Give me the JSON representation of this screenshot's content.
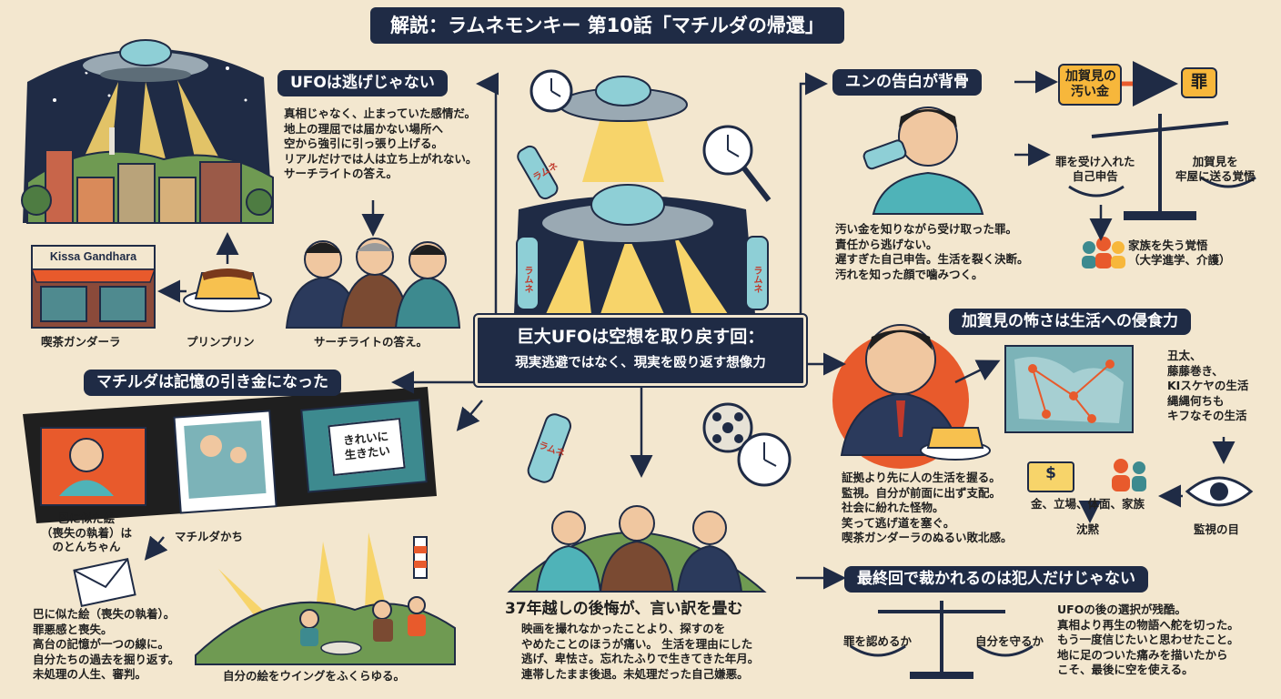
{
  "title": "解説：ラムネモンキー 第10話「マチルダの帰還」",
  "center_banner": {
    "line1": "巨大UFOは空想を取り戻す回：",
    "line2": "現実逃避ではなく、現実を殴り返す想像力"
  },
  "ufo_section": {
    "heading": "UFOは逃げじゃない",
    "body": "真相じゃなく、止まっていた感情だ。\n地上の理屈では届かない場所へ\n空から強引に引っ張り上げる。\nリアルだけでは人は立ち上がれない。\nサーチライトの答え。",
    "cafe_sign": "Kissa Gandhara",
    "label_cafe": "喫茶ガンダーラ",
    "label_pudding": "プリンプリン",
    "label_searchlight": "サーチライトの答え。"
  },
  "yun_section": {
    "heading": "ユンの告白が背骨",
    "tag_money": "加賀見の\n汚い金",
    "tag_sin": "罪",
    "scale_left": "罪を受け入れた\n自己申告",
    "scale_right": "加賀見を\n牢屋に送る覚悟",
    "family": "家族を失う覚悟\n（大学進学、介護）",
    "body": "汚い金を知りながら受け取った罪。\n責任から逃げない。\n遅すぎた自己申告。生活を裂く決断。\n汚れを知った顔で噛みつく。"
  },
  "kagami_section": {
    "heading": "加賀見の怖さは生活への侵食力",
    "network_list": "丑太、\n藤藤巻き、\nKIスケヤの生活\n縄縄何ちも\nキフなその生活",
    "body": "証拠より先に人の生活を握る。\n監視。自分が前面に出ず支配。\n社会に紛れた怪物。\n笑って逃げ道を塞ぐ。\n喫茶ガンダーラのぬるい敗北感。",
    "money_label": "金、立場、体面、家族",
    "silence_label": "沈黙",
    "eye_label": "監視の目",
    "money_symbol": "$"
  },
  "matilda_section": {
    "heading": "マチルダは記憶の引き金になった",
    "film_sign": "きれいに\n生きたい",
    "label_painting": "巴に似た絵\n（喪失の執着）は\nのとんちゃん",
    "label_matilda": "マチルダかち",
    "body": "巴に似た絵（喪失の執着）。\n罪悪感と喪失。\n高台の記憶が一つの線に。\n自分たちの過去を掘り返す。\n未処理の人生、審判。",
    "caption": "自分の絵をウイングをふくらゆる。"
  },
  "regret_section": {
    "heading": "37年越しの後悔が、言い訳を畳む",
    "body": "映画を撮れなかったことより、探すのを\nやめたことのほうが痛い。 生活を理由にした\n逃げ、卑怯さ。忘れたふりで生きてきた年月。\n連帯したまま後退。未処理だった自己嫌悪。"
  },
  "final_section": {
    "heading": "最終回で裁かれるのは犯人だけじゃない",
    "scale_left": "罪を認めるか",
    "scale_right": "自分を守るか",
    "body": "UFOの後の選択が残酷。\n真相より再生の物語へ舵を切った。\nもう一度信じたいと思わせたこと。\n地に足のついた痛みを描いたから\nこそ、最後に空を使える。"
  },
  "bottle_text": "ラムネ",
  "colors": {
    "navy": "#1f2b45",
    "cream": "#f3e7cf",
    "orange": "#e85a2c",
    "yellow": "#f7b73b",
    "teal": "#3d8a8f",
    "green": "#6f9a52"
  }
}
